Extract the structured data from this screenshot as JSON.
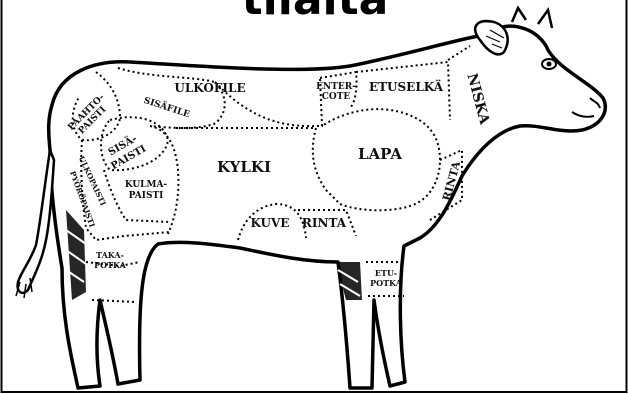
{
  "title": "tilaita",
  "cuts": {
    "ulkofile": "ULKOFILE",
    "entrecote_line1": "ENTER-",
    "entrecote_line2": "COTE",
    "etuselka": "ETUSELKÄ",
    "niska": "NISKA",
    "paahtopaisti_line1": "PAAHTO-",
    "paahtopaisti_line2": "PAISTI",
    "sisafile": "SISÄFILE",
    "sisapaisti_line1": "SISÄ-",
    "sisapaisti_line2": "PAISTI",
    "kylki": "KYLKI",
    "lapa": "LAPA",
    "rinta_vertical": "RINTA",
    "ulkopaisti": "ULKOPAISTI",
    "pyoropaisti": "PYÖRÖPAISTI",
    "kulmapaisti_line1": "KULMA-",
    "kulmapaisti_line2": "PAISTI",
    "kuve": "KUVE",
    "rinta": "RINTA",
    "takapotka_line1": "TAKA-",
    "takapotka_line2": "POTKA",
    "etupotka_line1": "ETU-",
    "etupotka_line2": "POTKA"
  }
}
